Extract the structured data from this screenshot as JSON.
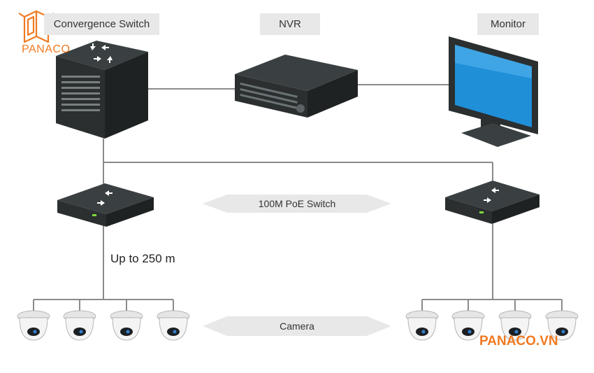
{
  "labels": {
    "convergence_switch": "Convergence Switch",
    "nvr": "NVR",
    "monitor": "Monitor",
    "poe_switch": "100M PoE Switch",
    "distance": "Up to 250 m",
    "camera": "Camera"
  },
  "brand": {
    "logo_text": "PANACO",
    "watermark": "PANACO.VN",
    "color": "#f07a22"
  },
  "colors": {
    "line": "#8a8a8a",
    "device_dark": "#2b2f30",
    "device_top": "#3a4041",
    "screen": "#1f8fd8",
    "label_bg": "#e8e8e8"
  }
}
